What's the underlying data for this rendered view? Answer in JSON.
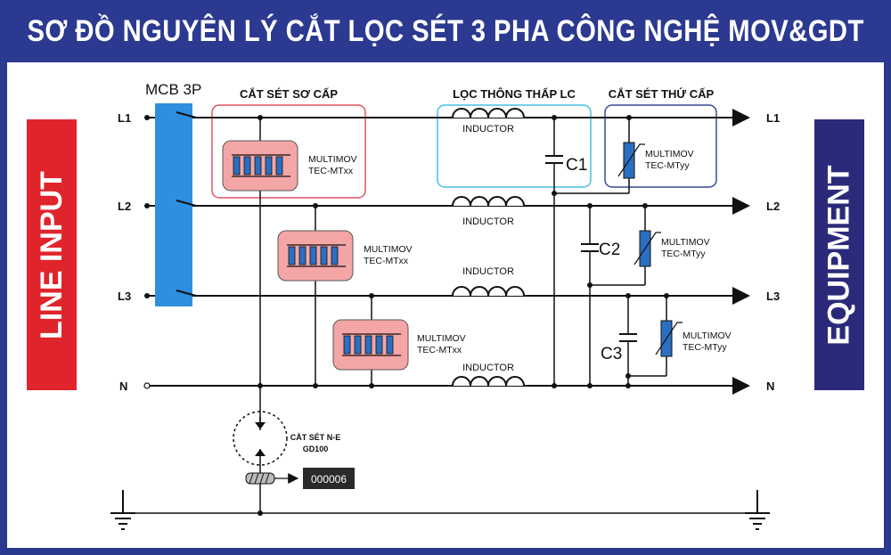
{
  "title": "SƠ ĐỒ NGUYÊN LÝ CẮT LỌC SÉT 3 PHA CÔNG NGHỆ MOV&GDT",
  "left_panel": {
    "label": "LINE INPUT",
    "color": "#e0242c"
  },
  "right_panel": {
    "label": "EQUIPMENT",
    "color": "#2b2a7a"
  },
  "mcb": {
    "label": "MCB 3P",
    "color": "#2e8fe0"
  },
  "lines": {
    "l1": "L1",
    "l2": "L2",
    "l3": "L3",
    "n": "N"
  },
  "primary_group": {
    "label": "CẮT SÉT SƠ CẤP",
    "border": "#e05560"
  },
  "lc_group": {
    "label": "LỌC THÔNG THẤP LC",
    "border": "#48c0e0"
  },
  "secondary_group": {
    "label": "CẮT SÉT THỨ CẤP",
    "border": "#3a4a9a"
  },
  "inductor_label": "INDUCTOR",
  "capacitors": {
    "c1": "C1",
    "c2": "C2",
    "c3": "C3"
  },
  "primary_modules": [
    {
      "name": "MULTIMOV",
      "model": "TEC-MTxx"
    },
    {
      "name": "MULTIMOV",
      "model": "TEC-MTxx"
    },
    {
      "name": "MULTIMOV",
      "model": "TEC-MTxx"
    }
  ],
  "secondary_modules": [
    {
      "name": "MULTIMOV",
      "model": "TEC-MTyy"
    },
    {
      "name": "MULTIMOV",
      "model": "TEC-MTyy"
    },
    {
      "name": "MULTIMOV",
      "model": "TEC-MTyy"
    }
  ],
  "gdt": {
    "label": "CẮT SÉT N-E",
    "model": "GD100"
  },
  "counter": {
    "value": "000006"
  },
  "colors": {
    "mov_fill": "#f4a6a6",
    "mov_block": "#2b6fc0",
    "counter_bg": "#2a2a2a"
  }
}
